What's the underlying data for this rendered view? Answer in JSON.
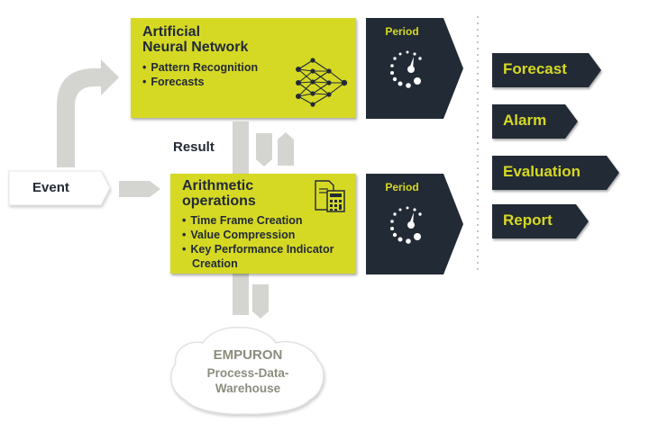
{
  "ann": {
    "title": "Artificial\nNeural Network",
    "items": [
      "Pattern Recognition",
      "Forecasts"
    ]
  },
  "arith": {
    "title": "Arithmetic\noperations",
    "items": [
      "Time Frame Creation",
      "Value Compression",
      "Key Performance Indicator Creation"
    ]
  },
  "period_top": "Period",
  "period_bottom": "Period",
  "event": "Event",
  "result": "Result",
  "outputs": [
    "Forecast",
    "Alarm",
    "Evaluation",
    "Report"
  ],
  "database": {
    "name": "EMPURON",
    "subtitle": "Process-Data-\nWarehouse"
  },
  "colors": {
    "accent": "#d6d924",
    "dark": "#222a35",
    "connector": "#d4d4d0"
  },
  "icons": {
    "ann": "neural-network-icon",
    "arith": "calculator-document-icon",
    "period": "stopwatch-icon"
  }
}
